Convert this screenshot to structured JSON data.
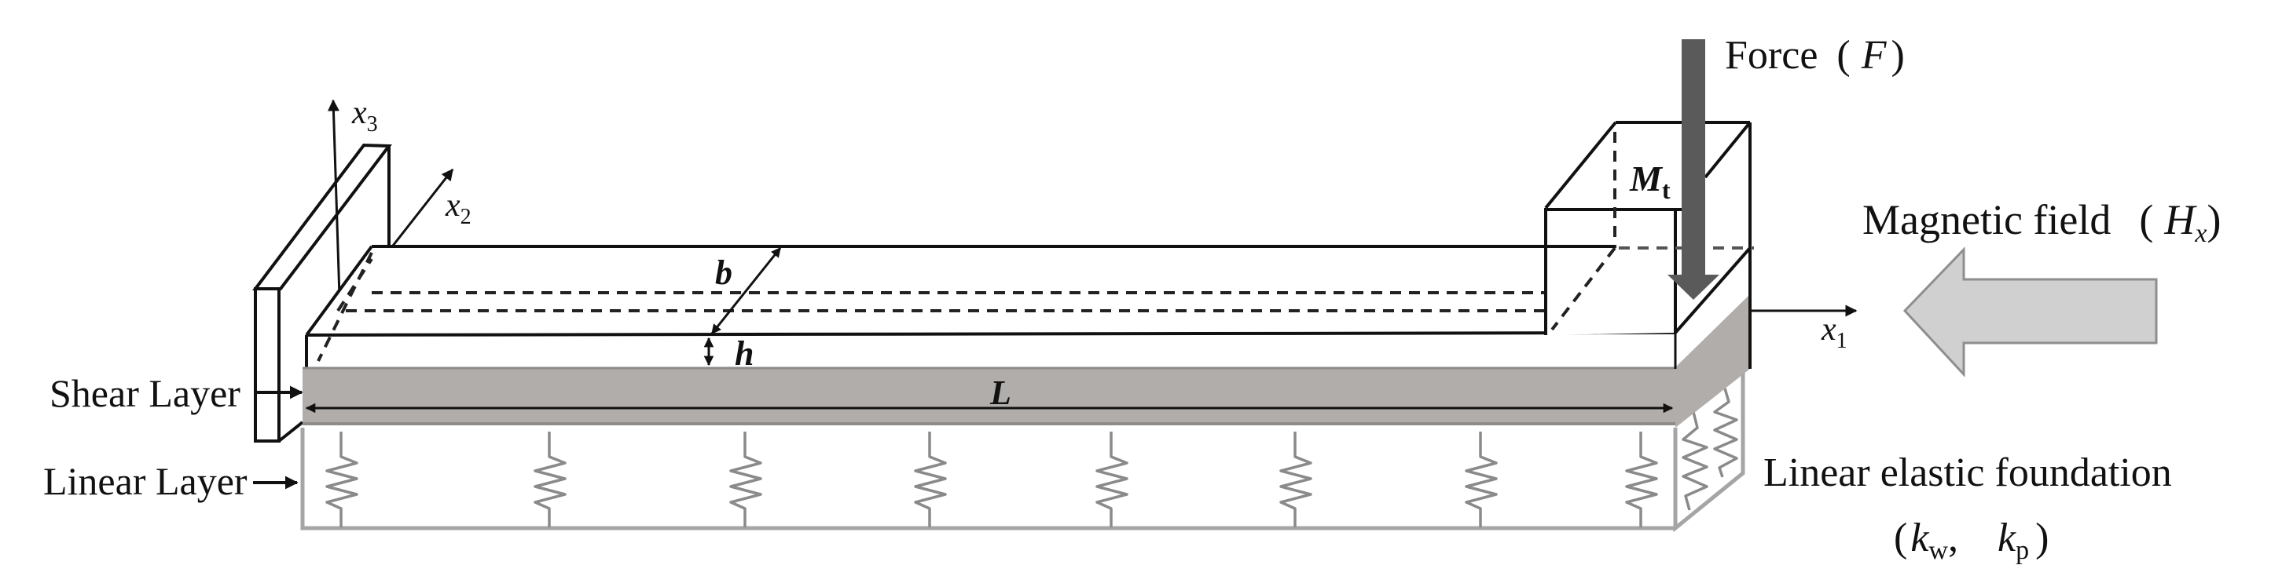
{
  "figure": {
    "description": "Schematic of a sandwich beam (shear layer on linear elastic foundation) clamped at left, with tip mass, tip force and axial magnetic field",
    "colors": {
      "line": "#111111",
      "shear_layer": "#b1adaa",
      "shear_layer_edge": "#8f8b88",
      "force_arrow": "#5a5a5a",
      "magnetic_arrow_fill": "#d1d0d0",
      "magnetic_arrow_stroke": "#8e8e8e",
      "foundation_line": "#a5a5a5",
      "spring": "#8a8a8a"
    }
  },
  "labels": {
    "shear_layer": "Shear Layer",
    "linear_layer": "Linear Layer",
    "force": "Force",
    "force_symbol": "F",
    "tip_mass": "M",
    "tip_mass_sub": "t",
    "magnetic_field": "Magnetic field",
    "magnetic_symbol": "H",
    "magnetic_sub": "x",
    "foundation": "Linear elastic foundation",
    "foundation_k1": "k",
    "foundation_k1_sub": "w",
    "foundation_k2": "k",
    "foundation_k2_sub": "p",
    "open_paren": "(",
    "close_paren": ")",
    "comma": ",",
    "width_symbol": "b",
    "thickness_symbol": "h",
    "length_symbol": "L"
  },
  "axes": {
    "x1": {
      "label": "x",
      "sub": "1"
    },
    "x2": {
      "label": "x",
      "sub": "2"
    },
    "x3": {
      "label": "x",
      "sub": "3"
    }
  },
  "springs": {
    "count_front": 8,
    "positions_x": [
      434,
      699,
      948,
      1183,
      1414,
      1648,
      1884,
      2088
    ],
    "count_side": 2
  }
}
